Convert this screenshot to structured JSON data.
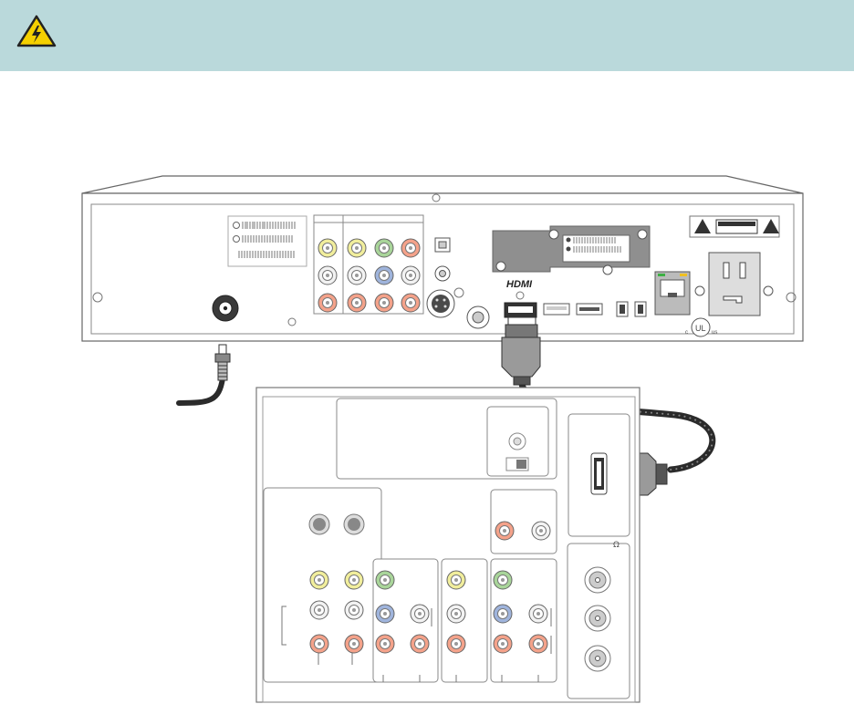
{
  "banner": {
    "icon": "electrical-hazard-warning-icon",
    "background_color": "#bad9db",
    "icon_color": "#f5d000"
  },
  "receiver": {
    "hdmi_logo": "HDMI",
    "ul_mark": "UL",
    "ul_c": "c",
    "ul_us": "us"
  },
  "tv_panel": {
    "antenna_symbol": "Ω"
  },
  "colors": {
    "panel_stroke": "#666666",
    "jack_yellow": "#f1ee9c",
    "jack_white": "#f2f2f2",
    "jack_red": "#f4a28a",
    "jack_green": "#a9d59a",
    "jack_blue": "#9fb4dc",
    "cable": "#2b2b2b"
  }
}
